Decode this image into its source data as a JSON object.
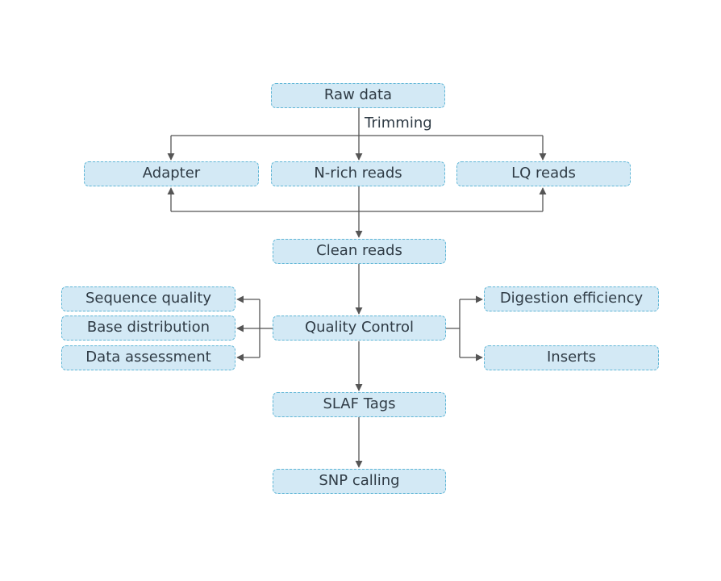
{
  "diagram": {
    "nodes": {
      "raw_data": "Raw data",
      "adapter": "Adapter",
      "n_rich_reads": "N-rich reads",
      "lq_reads": "LQ reads",
      "clean_reads": "Clean reads",
      "sequence_quality": "Sequence quality",
      "base_distribution": "Base distribution",
      "data_assessment": "Data assessment",
      "quality_control": "Quality Control",
      "digestion_efficiency": "Digestion efficiency",
      "inserts": "Inserts",
      "slaf_tags": "SLAF Tags",
      "snp_calling": "SNP calling"
    },
    "edge_labels": {
      "trimming": "Trimming"
    }
  },
  "colors": {
    "node_fill": "#d3e9f5",
    "node_border": "#5fb6d6",
    "text": "#2f3b45",
    "connector": "#555555"
  }
}
